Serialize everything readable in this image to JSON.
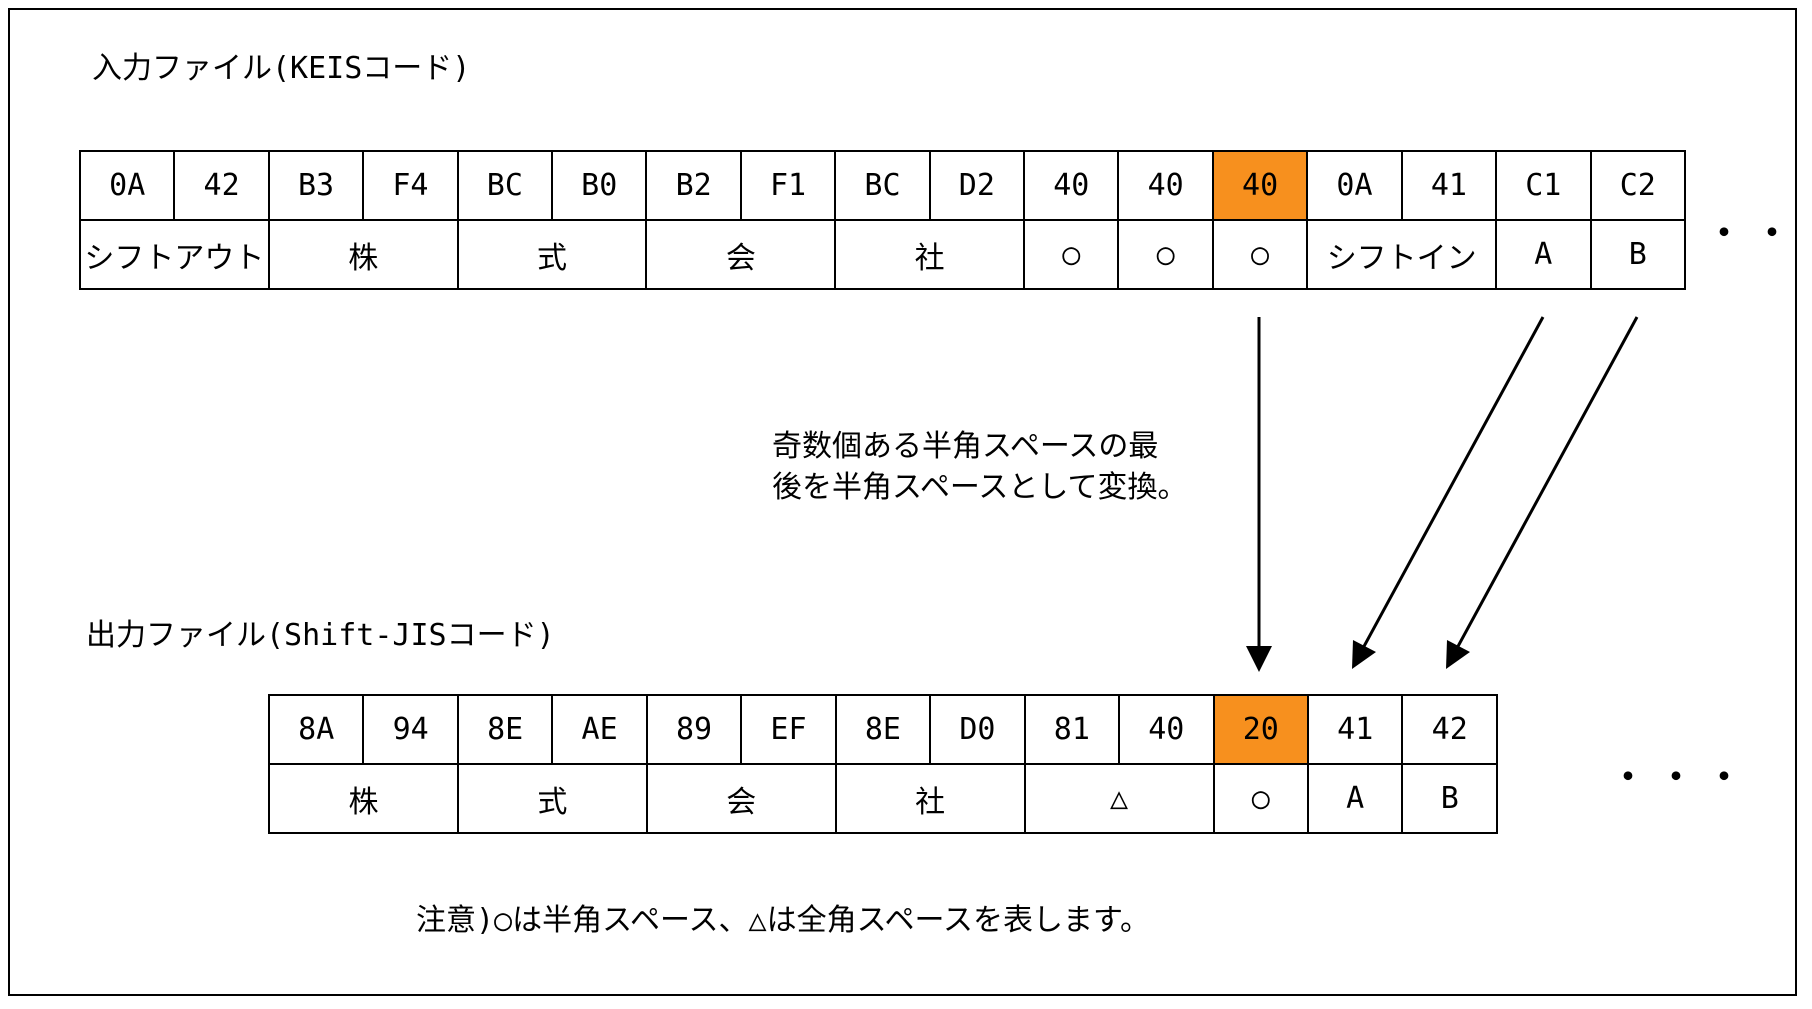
{
  "input_file": {
    "title": "入力ファイル(KEISコード)",
    "codes": [
      "0A",
      "42",
      "B3",
      "F4",
      "BC",
      "B0",
      "B2",
      "F1",
      "BC",
      "D2",
      "40",
      "40",
      "40",
      "0A",
      "41",
      "C1",
      "C2"
    ],
    "meanings": [
      {
        "text": "シフトアウト",
        "span": 2
      },
      {
        "text": "株",
        "span": 2
      },
      {
        "text": "式",
        "span": 2
      },
      {
        "text": "会",
        "span": 2
      },
      {
        "text": "社",
        "span": 2
      },
      {
        "text": "○",
        "span": 1
      },
      {
        "text": "○",
        "span": 1
      },
      {
        "text": "○",
        "span": 1
      },
      {
        "text": "シフトイン",
        "span": 2
      },
      {
        "text": "A",
        "span": 1
      },
      {
        "text": "B",
        "span": 1
      }
    ],
    "highlight_index": 12,
    "continuation": "・・・"
  },
  "note_conversion": {
    "line1": "奇数個ある半角スペースの最",
    "line2": "後を半角スペースとして変換。"
  },
  "output_file": {
    "title": "出力ファイル(Shift-JISコード)",
    "codes": [
      "8A",
      "94",
      "8E",
      "AE",
      "89",
      "EF",
      "8E",
      "D0",
      "81",
      "40",
      "20",
      "41",
      "42"
    ],
    "meanings": [
      {
        "text": "株",
        "span": 2
      },
      {
        "text": "式",
        "span": 2
      },
      {
        "text": "会",
        "span": 2
      },
      {
        "text": "社",
        "span": 2
      },
      {
        "text": "△",
        "span": 2
      },
      {
        "text": "○",
        "span": 1
      },
      {
        "text": "A",
        "span": 1
      },
      {
        "text": "B",
        "span": 1
      }
    ],
    "highlight_index": 10,
    "continuation": "・・・"
  },
  "footnote": "注意)○は半角スペース、△は全角スペースを表します。",
  "colors": {
    "highlight": "#F7901E",
    "line": "#000000"
  }
}
